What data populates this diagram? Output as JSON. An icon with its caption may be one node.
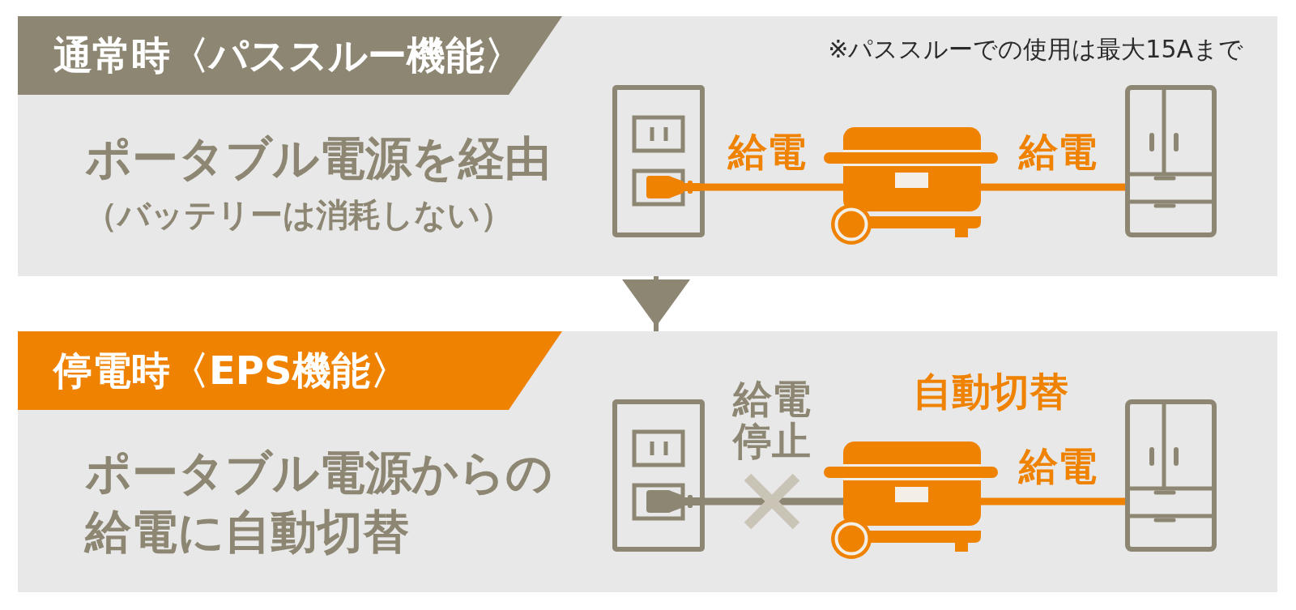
{
  "diagram": {
    "nodes": [
      {
        "text": [
          "通常時〈パススルー機能〉",
          "ポータブル電源を経由",
          "（バッテリーは消耗しない）",
          "※パススルーでの使用は最大15Aまで"
        ]
      },
      {
        "text": [],
        "shape": "picture",
        "in": 0
      },
      {
        "text": [],
        "shape": "picture",
        "in": 0
      },
      {
        "text": [],
        "shape": "picture",
        "in": 0
      },
      {
        "text": [
          "停電時〈EPS機能〉",
          "ポータブル電源からの給電に自動切替"
        ]
      },
      {
        "text": [],
        "shape": "picture",
        "in": 4
      },
      {
        "text": [],
        "shape": "picture",
        "in": 4,
        "beside": [
          "自動切替"
        ]
      },
      {
        "text": [],
        "shape": "picture",
        "in": 4
      }
    ],
    "edges": [
      {
        "from": 1,
        "to": 2,
        "arrow": "none",
        "label": "給電"
      },
      {
        "from": 2,
        "to": 3,
        "arrow": "none",
        "label": "給電"
      },
      {
        "from": 5,
        "to": 6,
        "arrow": "none",
        "label": "給電停止",
        "color": "#8c8672"
      },
      {
        "from": 6,
        "to": 7,
        "arrow": "none",
        "label": "給電"
      },
      {
        "from": 0,
        "to": 4,
        "arrow": "to",
        "color": "#8c8672"
      }
    ]
  }
}
